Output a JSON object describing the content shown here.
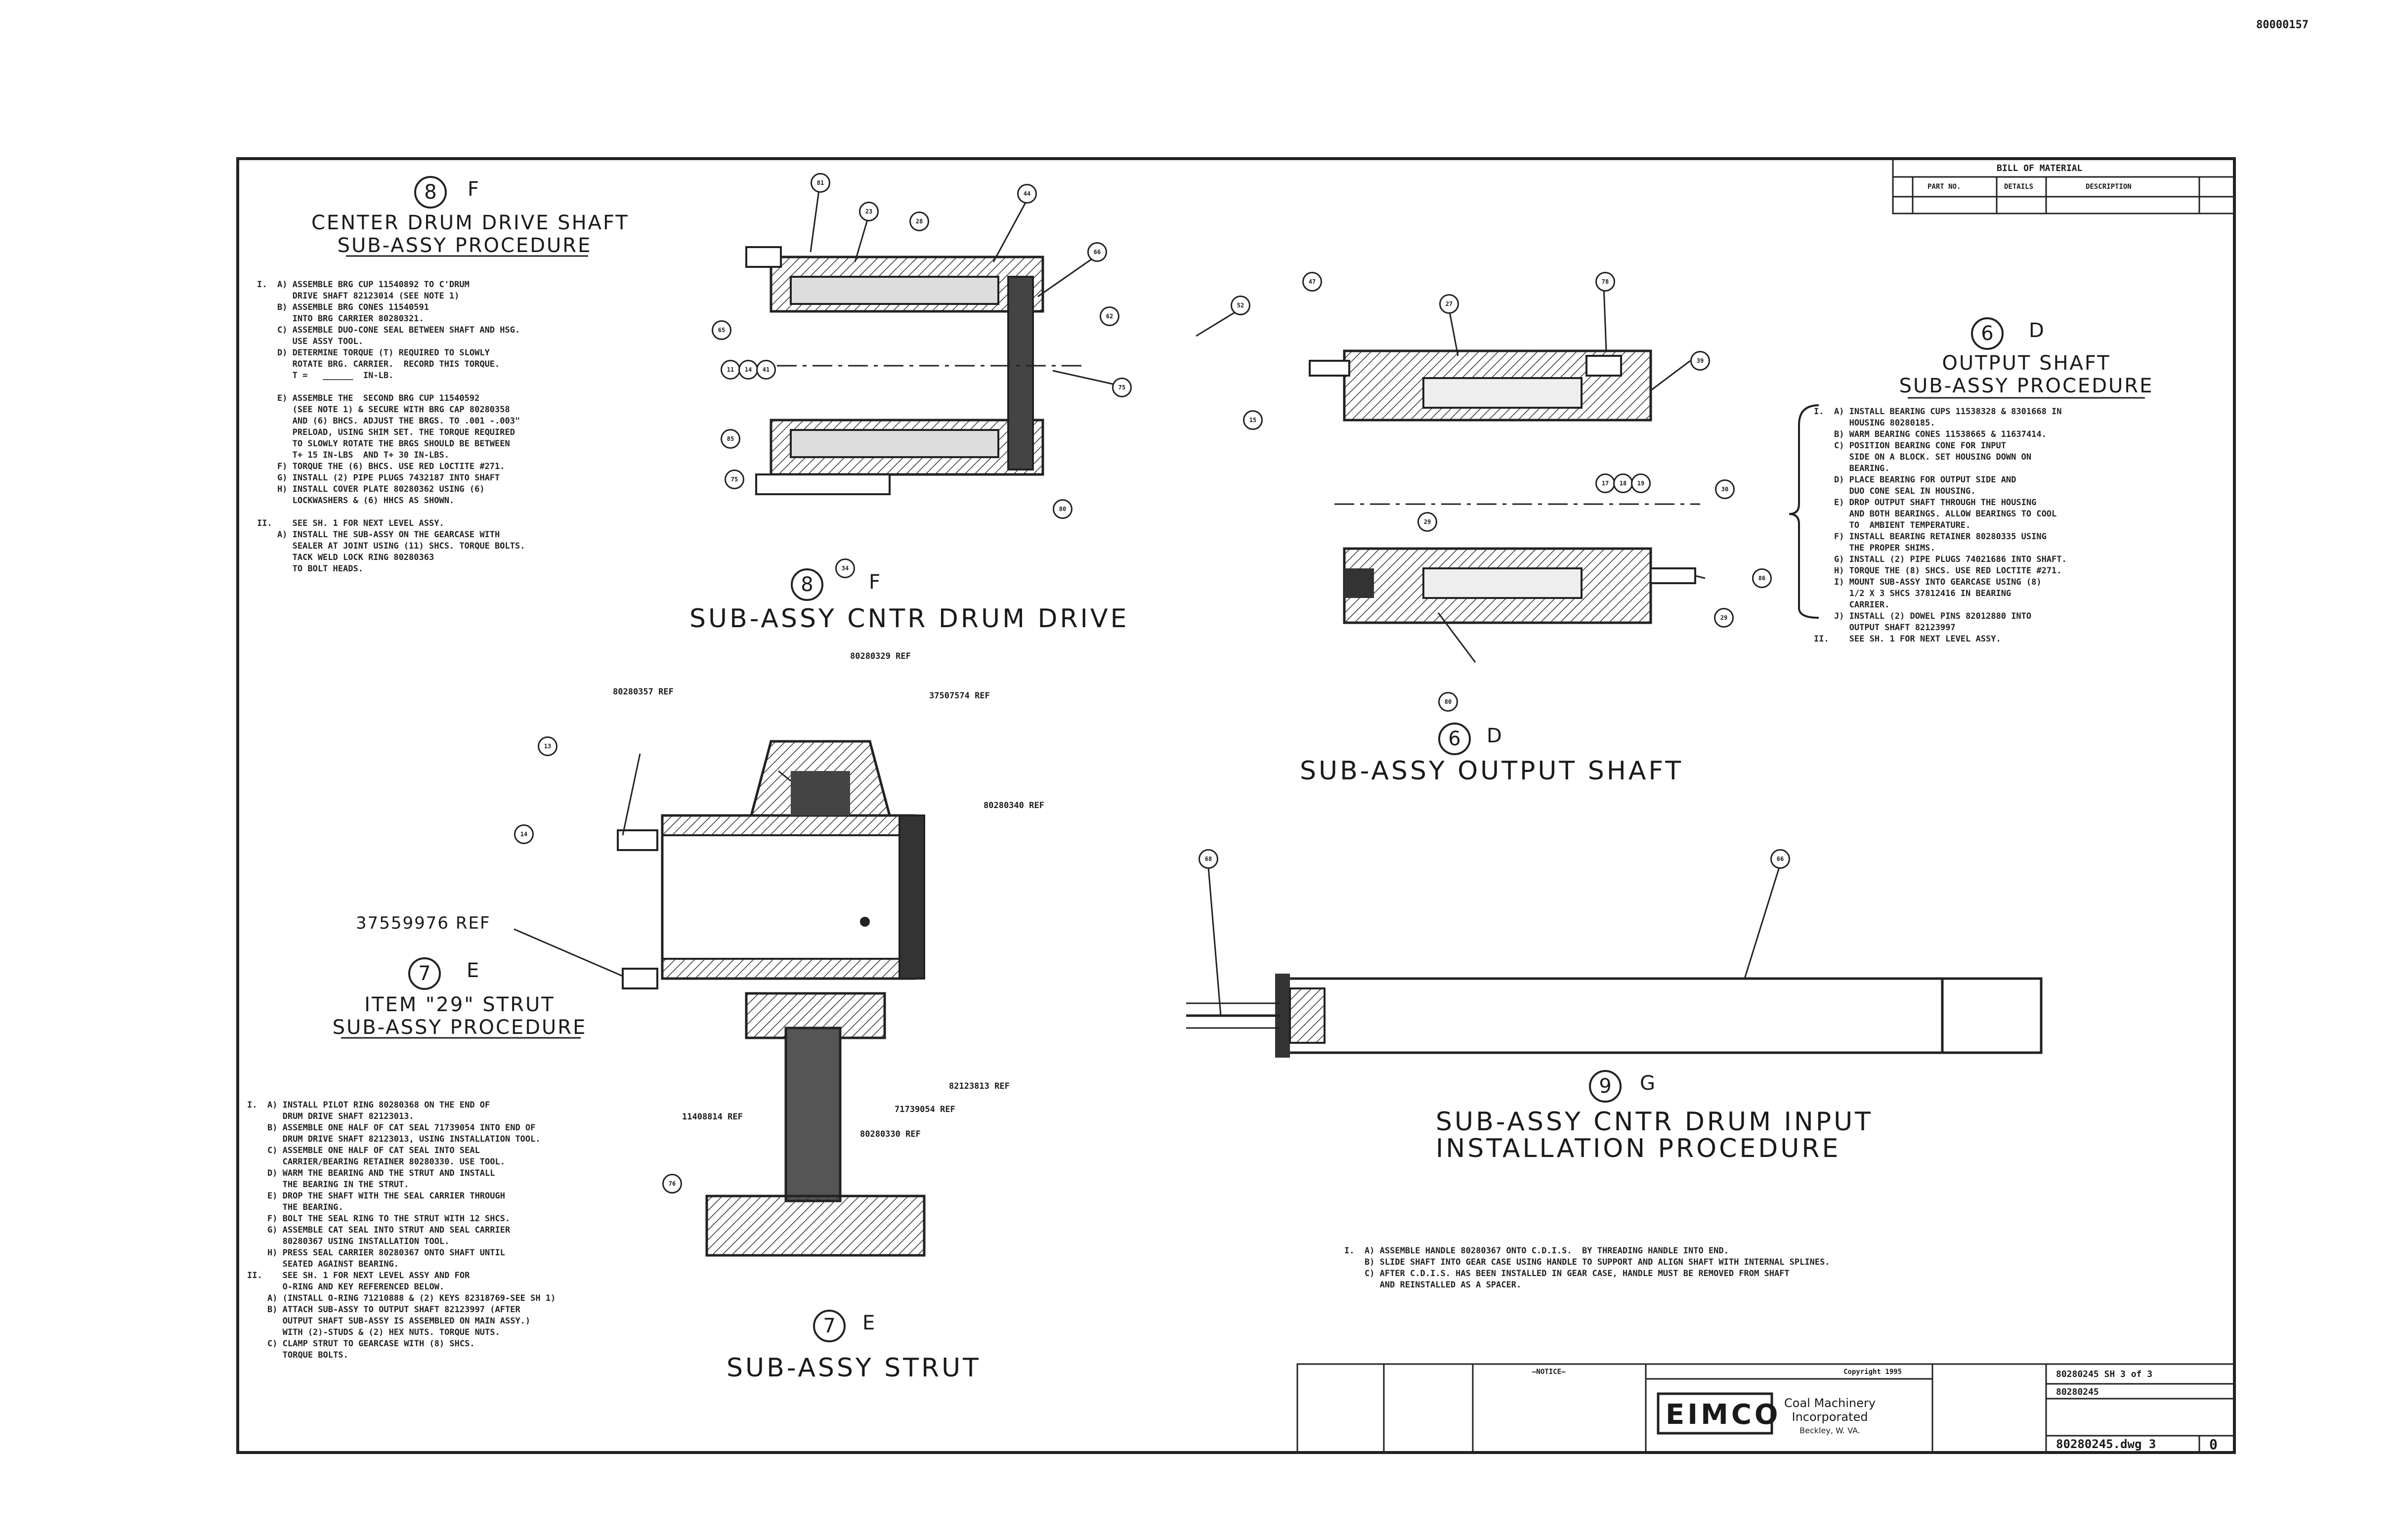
{
  "corner_code": "80000157",
  "sections": {
    "center_drum": {
      "num": "8",
      "letter": "F",
      "title": "CENTER DRUM DRIVE SHAFT",
      "subtitle": "SUB-ASSY PROCEDURE",
      "lines": "I.  A) ASSEMBLE BRG CUP 11540892 TO C'DRUM\n       DRIVE SHAFT 82123014 (SEE NOTE 1)\n    B) ASSEMBLE BRG CONES 11540591\n       INTO BRG CARRIER 80280321.\n    C) ASSEMBLE DUO-CONE SEAL BETWEEN SHAFT AND HSG.\n       USE ASSY TOOL.\n    D) DETERMINE TORQUE (T) REQUIRED TO SLOWLY\n       ROTATE BRG. CARRIER.  RECORD THIS TORQUE.\n       T =   ______  IN-LB.\n\n    E) ASSEMBLE THE  SECOND BRG CUP 11540592\n       (SEE NOTE 1) & SECURE WITH BRG CAP 80280358\n       AND (6) BHCS. ADJUST THE BRGS. TO .001 -.003\"\n       PRELOAD, USING SHIM SET. THE TORQUE REQUIRED\n       TO SLOWLY ROTATE THE BRGS SHOULD BE BETWEEN\n       T+ 15 IN-LBS  AND T+ 30 IN-LBS.\n    F) TORQUE THE (6) BHCS. USE RED LOCTITE #271.\n    G) INSTALL (2) PIPE PLUGS 7432187 INTO SHAFT\n    H) INSTALL COVER PLATE 80280362 USING (6)\n       LOCKWASHERS & (6) HHCS AS SHOWN.\n\nII.    SEE SH. 1 FOR NEXT LEVEL ASSY.\n    A) INSTALL THE SUB-ASSY ON THE GEARCASE WITH\n       SEALER AT JOINT USING (11) SHCS. TORQUE BOLTS.\n       TACK WELD LOCK RING 80280363\n       TO BOLT HEADS."
    },
    "drum_drive_caption": {
      "num": "8",
      "letter": "F",
      "title": "SUB-ASSY CNTR DRUM DRIVE"
    },
    "output_shaft": {
      "num": "6",
      "letter": "D",
      "title": "OUTPUT SHAFT",
      "subtitle": "SUB-ASSY PROCEDURE",
      "lines": "I.  A) INSTALL BEARING CUPS 11538328 & 8301668 IN\n       HOUSING 80280185.\n    B) WARM BEARING CONES 11538665 & 11637414.\n    C) POSITION BEARING CONE FOR INPUT\n       SIDE ON A BLOCK. SET HOUSING DOWN ON\n       BEARING.\n    D) PLACE BEARING FOR OUTPUT SIDE AND\n       DUO CONE SEAL IN HOUSING.\n    E) DROP OUTPUT SHAFT THROUGH THE HOUSING\n       AND BOTH BEARINGS. ALLOW BEARINGS TO COOL\n       TO  AMBIENT TEMPERATURE.\n    F) INSTALL BEARING RETAINER 80280335 USING\n       THE PROPER SHIMS.\n    G) INSTALL (2) PIPE PLUGS 74021686 INTO SHAFT.\n    H) TORQUE THE (8) SHCS. USE RED LOCTITE #271.\n    I) MOUNT SUB-ASSY INTO GEARCASE USING (8)\n       1/2 X 3 SHCS 37812416 IN BEARING\n       CARRIER.\n    J) INSTALL (2) DOWEL PINS 82012880 INTO\n       OUTPUT SHAFT 82123997\nII.    SEE SH. 1 FOR NEXT LEVEL ASSY."
    },
    "output_caption": {
      "num": "6",
      "letter": "D",
      "title": "SUB-ASSY OUTPUT SHAFT"
    },
    "strut": {
      "num": "7",
      "letter": "E",
      "title": "ITEM \"29\" STRUT",
      "subtitle": "SUB-ASSY PROCEDURE",
      "ref": "37559976 REF",
      "lines": "I.  A) INSTALL PILOT RING 80280368 ON THE END OF\n       DRUM DRIVE SHAFT 82123013.\n    B) ASSEMBLE ONE HALF OF CAT SEAL 71739054 INTO END OF\n       DRUM DRIVE SHAFT 82123013, USING INSTALLATION TOOL.\n    C) ASSEMBLE ONE HALF OF CAT SEAL INTO SEAL\n       CARRIER/BEARING RETAINER 80280330. USE TOOL.\n    D) WARM THE BEARING AND THE STRUT AND INSTALL\n       THE BEARING IN THE STRUT.\n    E) DROP THE SHAFT WITH THE SEAL CARRIER THROUGH\n       THE BEARING.\n    F) BOLT THE SEAL RING TO THE STRUT WITH 12 SHCS.\n    G) ASSEMBLE CAT SEAL INTO STRUT AND SEAL CARRIER\n       80280367 USING INSTALLATION TOOL.\n    H) PRESS SEAL CARRIER 80280367 ONTO SHAFT UNTIL\n       SEATED AGAINST BEARING.\nII.    SEE SH. 1 FOR NEXT LEVEL ASSY AND FOR\n       O-RING AND KEY REFERENCED BELOW.\n    A) (INSTALL O-RING 71210888 & (2) KEYS 82318769-SEE SH 1)\n    B) ATTACH SUB-ASSY TO OUTPUT SHAFT 82123997 (AFTER\n       OUTPUT SHAFT SUB-ASSY IS ASSEMBLED ON MAIN ASSY.)\n       WITH (2)-STUDS & (2) HEX NUTS. TORQUE NUTS.\n    C) CLAMP STRUT TO GEARCASE WITH (8) SHCS.\n       TORQUE BOLTS."
    },
    "strut_caption": {
      "num": "7",
      "letter": "E",
      "title": "SUB-ASSY STRUT"
    },
    "drum_input": {
      "num": "9",
      "letter": "G",
      "title_line1": "SUB-ASSY CNTR DRUM INPUT",
      "title_line2": "INSTALLATION PROCEDURE",
      "lines": "I.  A) ASSEMBLE HANDLE 80280367 ONTO C.D.I.S.  BY THREADING HANDLE INTO END.\n    B) SLIDE SHAFT INTO GEAR CASE USING HANDLE TO SUPPORT AND ALIGN SHAFT WITH INTERNAL SPLINES.\n    C) AFTER C.D.I.S. HAS BEEN INSTALLED IN GEAR CASE, HANDLE MUST BE REMOVED FROM SHAFT\n       AND REINSTALLED AS A SPACER."
    }
  },
  "strut_tags": {
    "top1": "80280329 REF",
    "top2": "80280357 REF",
    "top3": "37507574 REF",
    "right1": "80280340 REF",
    "right2": "82123813 REF",
    "low1": "11408814 REF",
    "low2": "71739054 REF",
    "low3": "80280330 REF"
  },
  "callouts": {
    "drum": [
      "81",
      "23",
      "28",
      "44",
      "66",
      "65",
      "62",
      "75",
      "11",
      "14",
      "41",
      "85",
      "75",
      "80",
      "34"
    ],
    "output": [
      "52",
      "47",
      "27",
      "78",
      "39",
      "15",
      "30",
      "17",
      "18",
      "19",
      "29",
      "86",
      "29",
      "80"
    ],
    "strut": [
      "13",
      "14",
      "76"
    ],
    "input": [
      "68",
      "66"
    ]
  },
  "bom": {
    "title": "BILL OF MATERIAL",
    "col1": "PART NO.",
    "col2": "DETAILS",
    "col3": "DESCRIPTION"
  },
  "title_block": {
    "notice": "—NOTICE—",
    "company": "EIMCO",
    "company_line1": "Coal Machinery",
    "company_line2": "Incorporated",
    "company_line3": "Beckley, W. VA.",
    "copyright": "Copyright 1995",
    "drawing_no_top": "80280245 SH 3 of 3",
    "part_no": "80280245",
    "drawing_no_bottom": "80280245.dwg 3",
    "rev": "0"
  }
}
